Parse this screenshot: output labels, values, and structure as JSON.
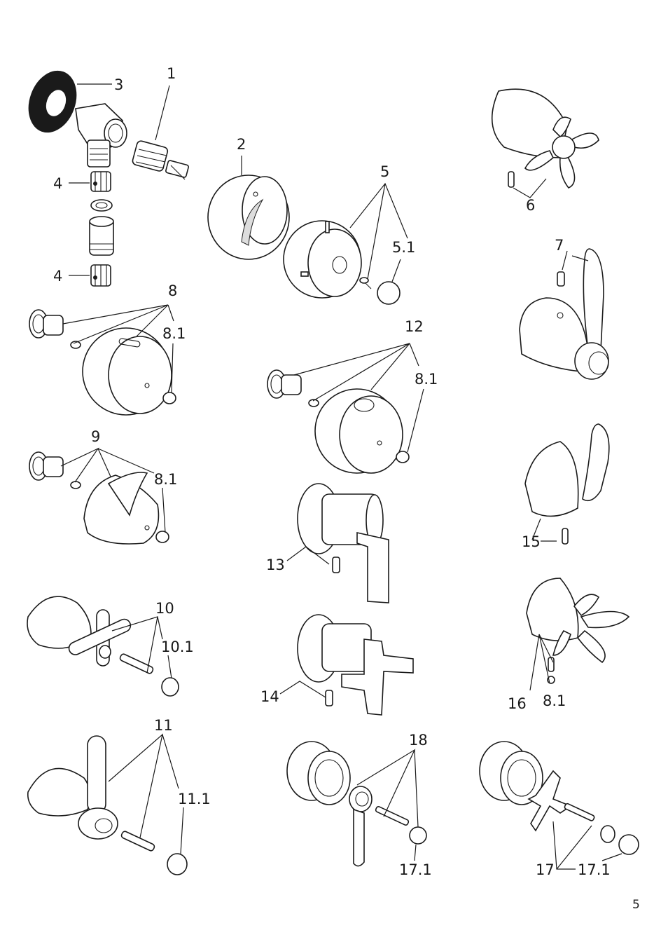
{
  "page_number": "5",
  "callouts": {
    "c1": "1",
    "c2": "2",
    "c3": "3",
    "c4a": "4",
    "c4b": "4",
    "c5": "5",
    "c5_1": "5.1",
    "c6": "6",
    "c7": "7",
    "c8": "8",
    "c8_1a": "8.1",
    "c8_1b": "8.1",
    "c8_1c": "8.1",
    "c8_1d": "8.1",
    "c9": "9",
    "c10": "10",
    "c10_1": "10.1",
    "c11": "11",
    "c11_1": "11.1",
    "c12": "12",
    "c13": "13",
    "c14": "14",
    "c15": "15",
    "c16": "16",
    "c17": "17",
    "c17_1a": "17.1",
    "c17_1b": "17.1",
    "c18": "18"
  }
}
